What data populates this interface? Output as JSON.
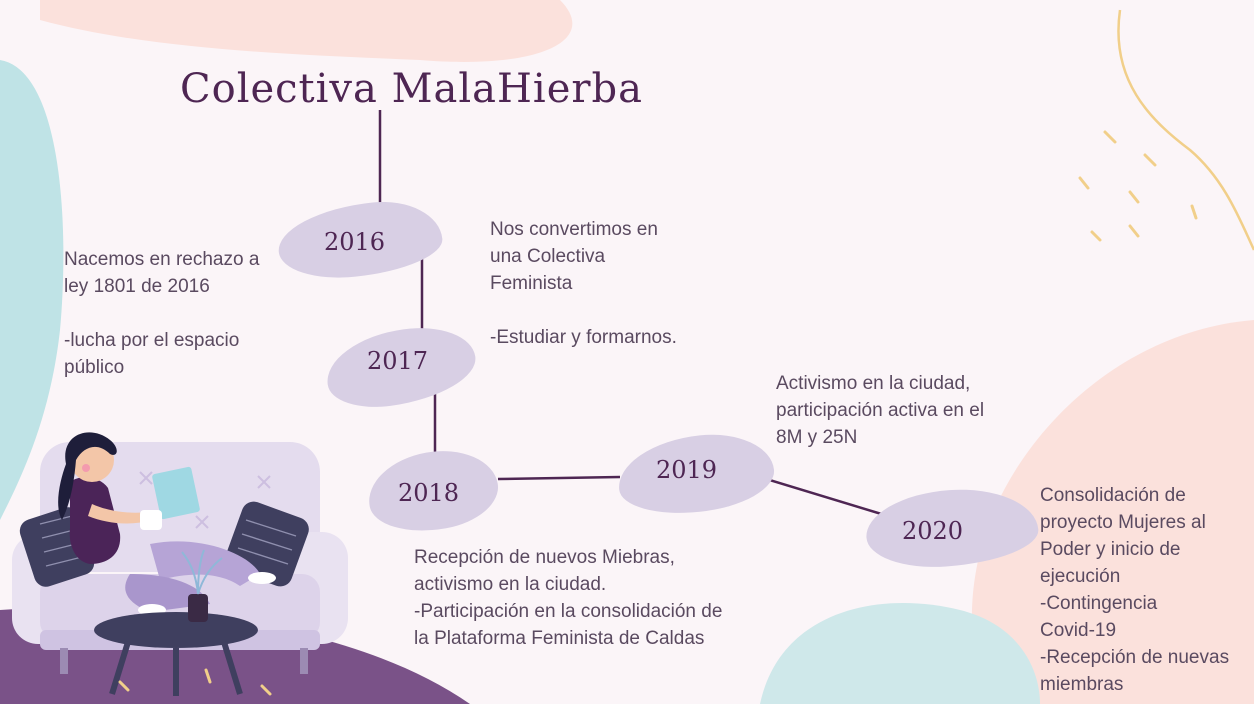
{
  "title": "Colectiva MalaHierba",
  "colors": {
    "background": "#fbf5f8",
    "accent_dark": "#4e2653",
    "blob_lavender": "#d8cfe4",
    "blob_teal": "#bfe3e6",
    "blob_peach": "#fbe1dc",
    "floor_purple": "#7a5288"
  },
  "timeline": [
    {
      "year": "2016",
      "text": "Nacemos en rechazo a\nley 1801 de 2016\n\n-lucha por el espacio\npúblico"
    },
    {
      "year": "2017",
      "text": "Nos convertimos en\nuna Colectiva\nFeminista\n\n-Estudiar y formarnos."
    },
    {
      "year": "2018",
      "text": "Recepción de nuevos Miebras,\nactivismo en la ciudad.\n-Participación en la consolidación de\nla Plataforma Feminista de Caldas"
    },
    {
      "year": "2019",
      "text": "Activismo en la ciudad,\nparticipación activa en el\n8M y 25N"
    },
    {
      "year": "2020",
      "text": "Consolidación de\nproyecto Mujeres al\nPoder y inicio de\nejecución\n-Contingencia\nCovid-19\n-Recepción de nuevas\nmiembras"
    }
  ],
  "illustration": "woman-reading-on-sofa"
}
